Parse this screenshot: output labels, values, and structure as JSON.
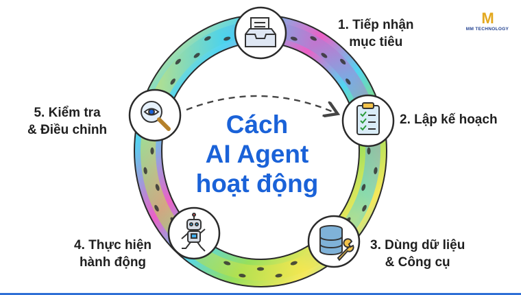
{
  "center_title": [
    "Cách",
    "AI Agent",
    "hoạt động"
  ],
  "steps": [
    {
      "lines": [
        "1. Tiếp nhận",
        "mục tiêu"
      ],
      "icon": "inbox-tray-icon"
    },
    {
      "lines": [
        "2. Lập kế hoạch"
      ],
      "icon": "clipboard-checklist-icon"
    },
    {
      "lines": [
        "3. Dùng dữ liệu",
        "& Công cụ"
      ],
      "icon": "database-wrench-icon"
    },
    {
      "lines": [
        "4. Thực hiện",
        "hành động"
      ],
      "icon": "running-robot-icon"
    },
    {
      "lines": [
        "5. Kiểm tra",
        "& Điều chỉnh"
      ],
      "icon": "magnifier-eye-icon"
    }
  ],
  "logo": {
    "mark": "M",
    "text": "MM TECHNOLOGY"
  },
  "colors": {
    "title": "#1a62d8",
    "ring": [
      "#f5e64a",
      "#3fd0f0",
      "#e94fc0",
      "#8bdc4a"
    ],
    "footprint": "#333333"
  }
}
